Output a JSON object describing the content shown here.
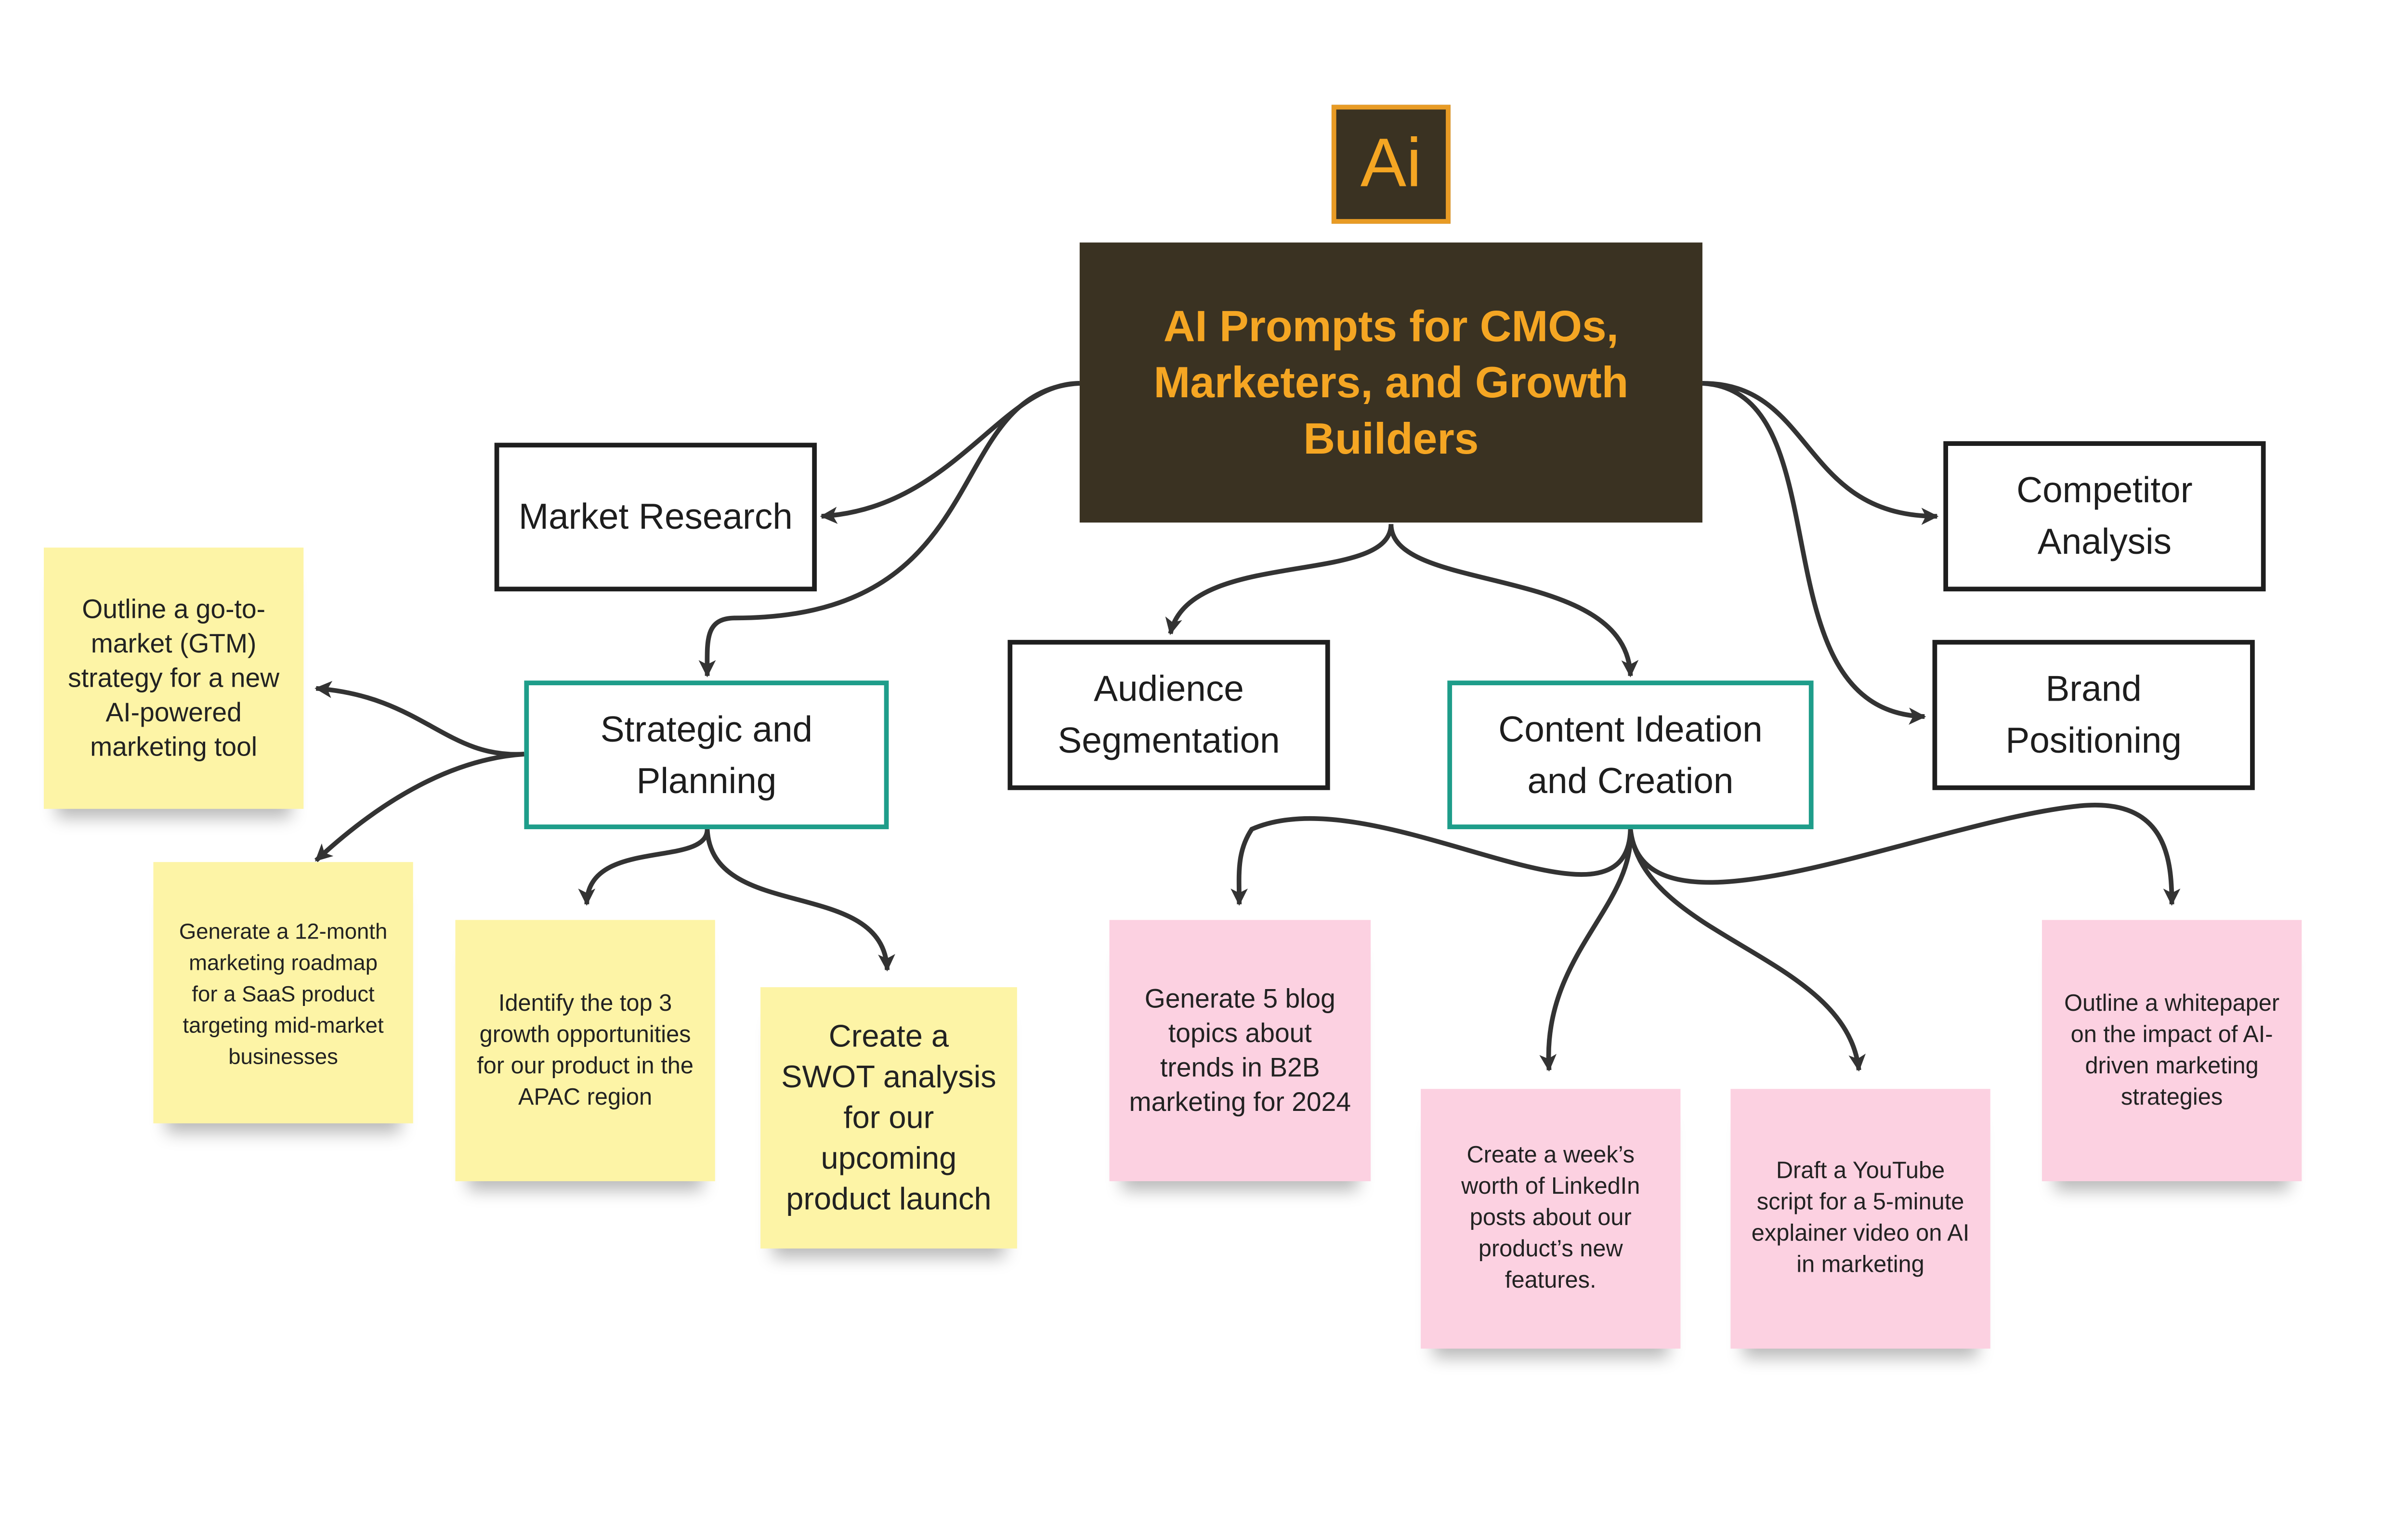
{
  "logo": {
    "text": "Ai"
  },
  "root": {
    "title": "AI Prompts for CMOs, Marketers, and Growth Builders"
  },
  "categories": {
    "market_research": "Market Research",
    "strategic_planning": "Strategic and Planning",
    "audience_segmentation": "Audience Segmentation",
    "content_ideation": "Content Ideation and Creation",
    "competitor_analysis": "Competitor Analysis",
    "brand_positioning": "Brand Positioning"
  },
  "notes": {
    "gtm": "Outline a go-to-market (GTM) strategy for a new AI-powered marketing tool",
    "roadmap": "Generate a 12-month marketing roadmap for a SaaS product targeting mid-market businesses",
    "growth": "Identify the top 3 growth opportunities for our product in the APAC region",
    "swot": "Create a SWOT analysis for our upcoming product launch",
    "blog": "Generate 5 blog topics about trends in B2B marketing for 2024",
    "linkedin": "Create a week’s worth of LinkedIn posts about our product’s new features.",
    "youtube": "Draft a YouTube script for a 5-minute explainer video on AI in marketing",
    "whitepaper": "Outline a whitepaper on the impact of AI-driven marketing strategies"
  },
  "colors": {
    "root_bg": "#3a3222",
    "root_text": "#f5a623",
    "teal_border": "#1e9d8a",
    "note_yellow": "#fdf4a6",
    "note_pink": "#fcd1e1"
  }
}
